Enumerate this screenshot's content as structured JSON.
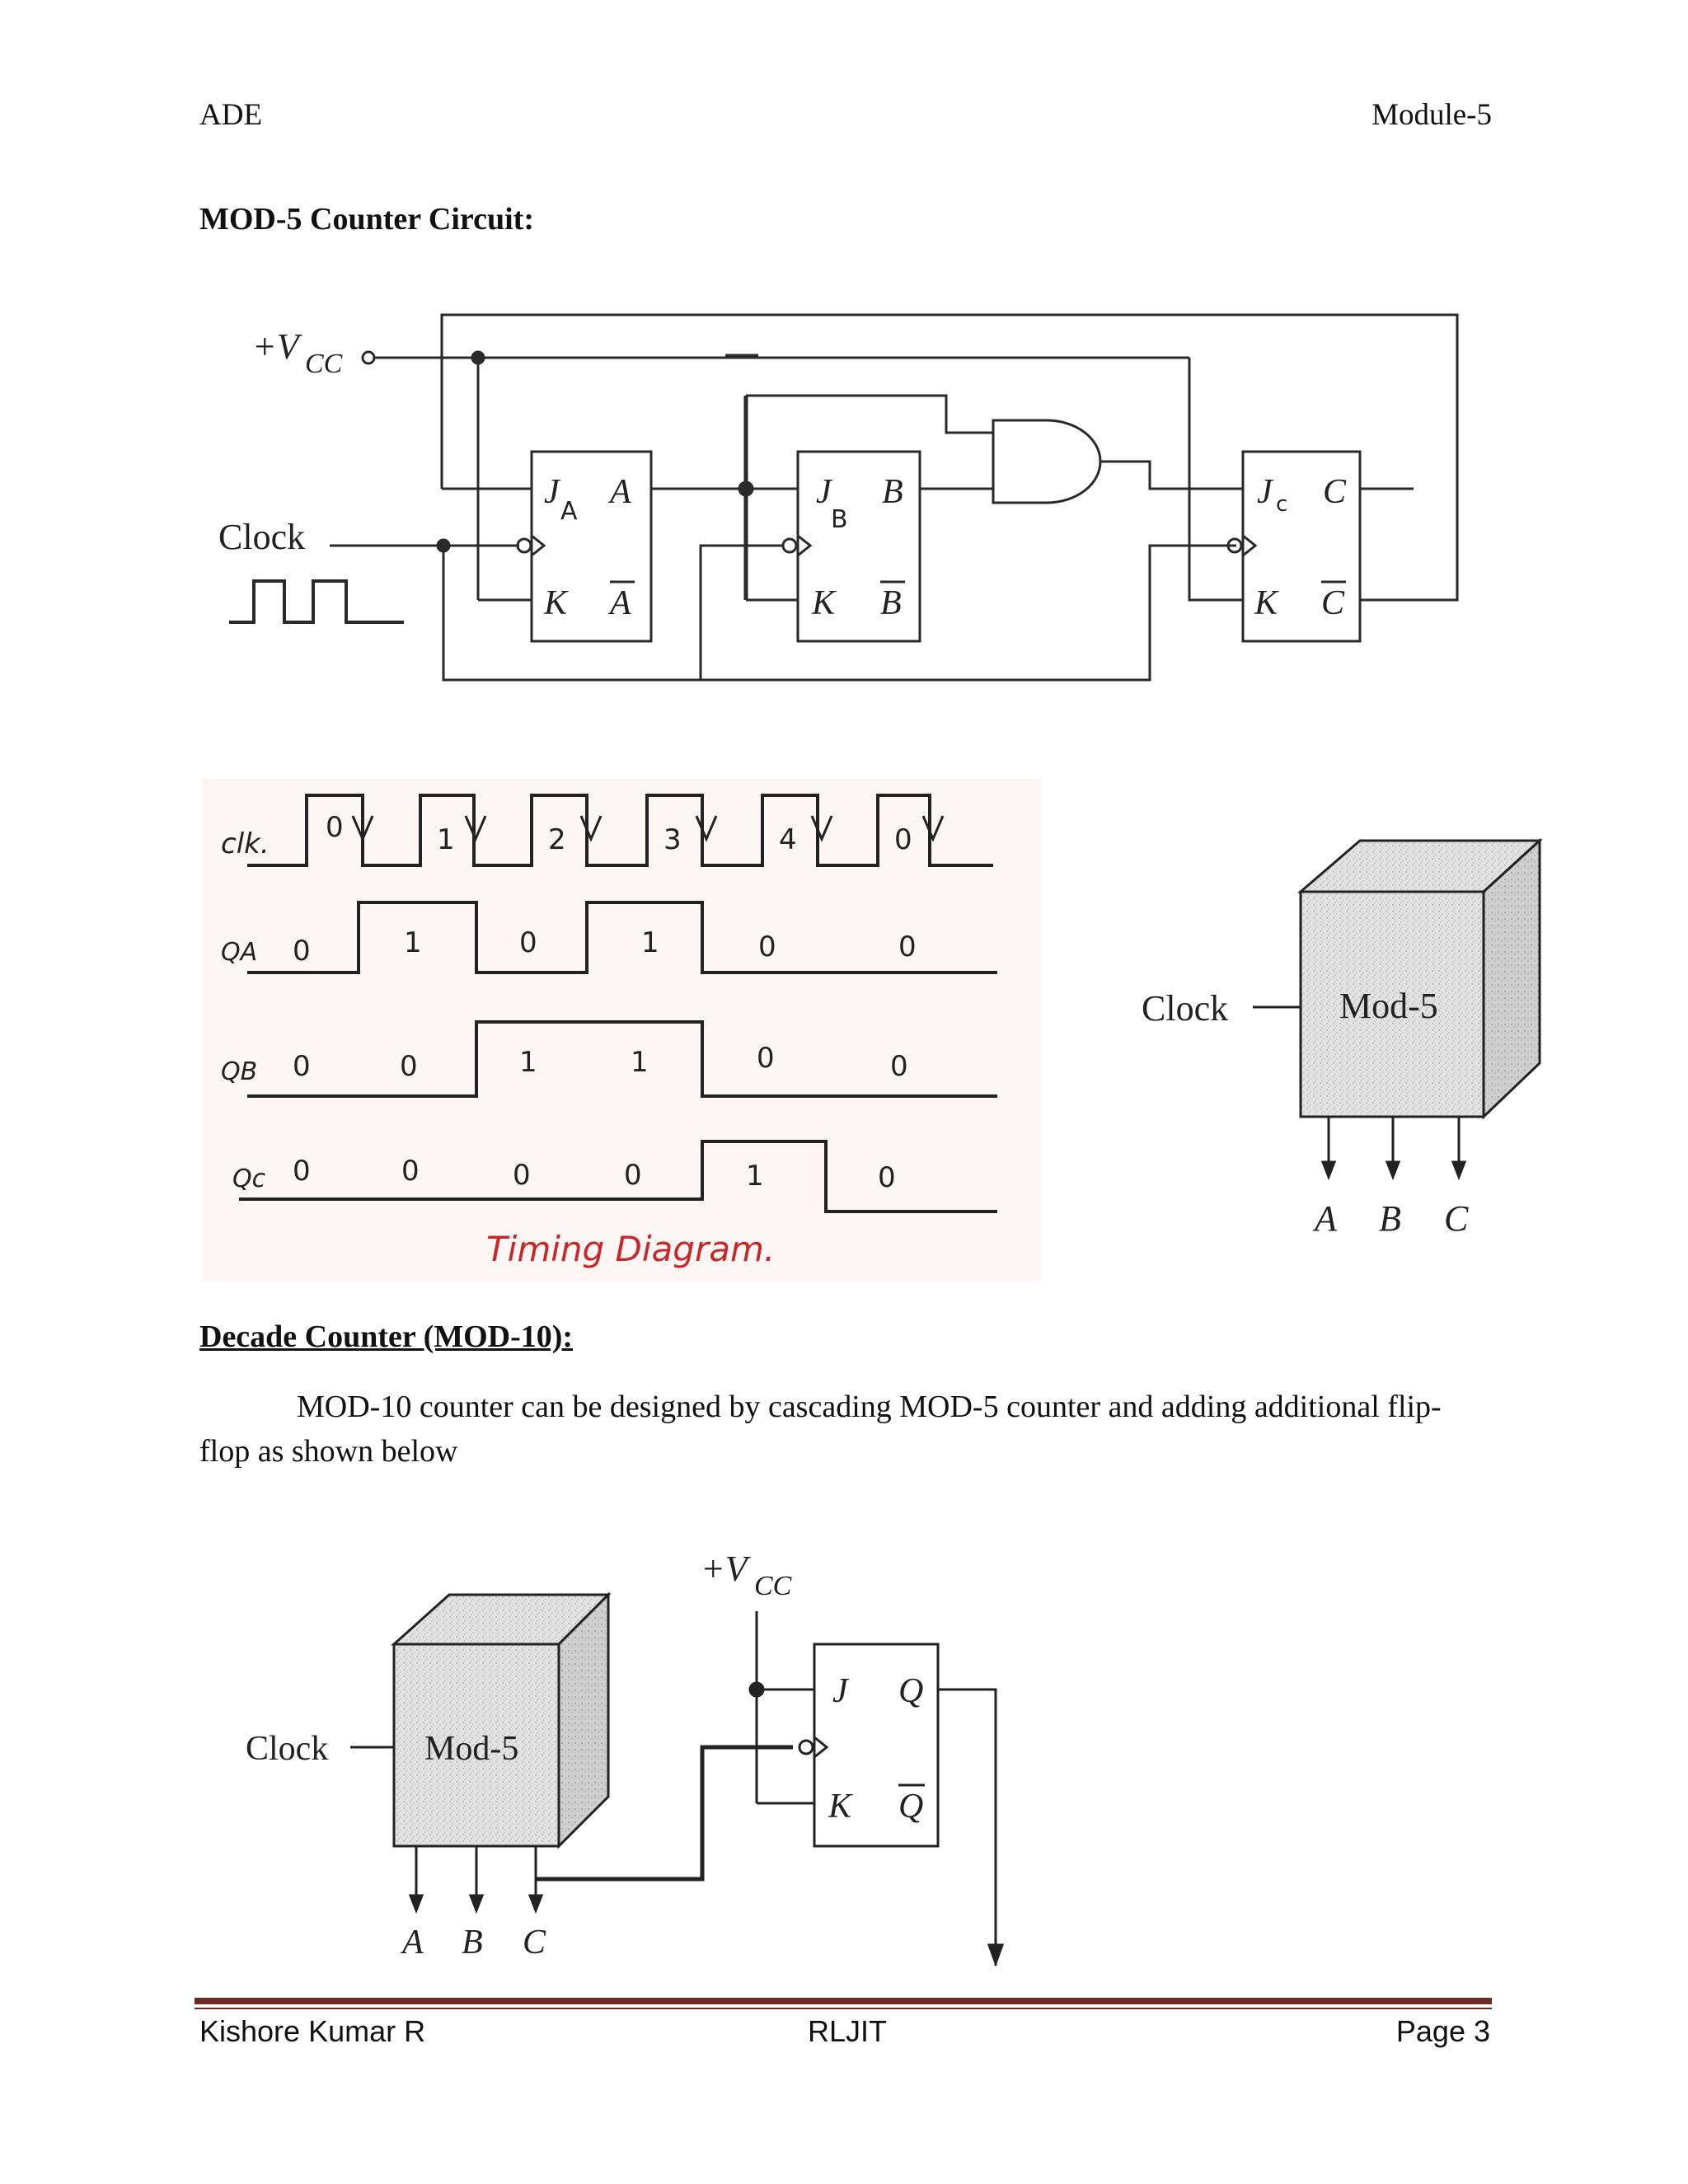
{
  "header": {
    "left": "ADE",
    "right": "Module-5"
  },
  "section1": {
    "title": "MOD-5 Counter Circuit:"
  },
  "circuit1": {
    "vcc": "+V",
    "vcc_sub": "CC",
    "clock": "Clock",
    "ff_a": {
      "j": "J",
      "j_sub": "A",
      "k": "K",
      "q": "A",
      "qbar": "A"
    },
    "ff_b": {
      "j": "J",
      "j_sub": "B",
      "k": "K",
      "q": "B",
      "qbar": "B"
    },
    "ff_c": {
      "j": "J",
      "j_sub": "c",
      "k": "K",
      "q": "C",
      "qbar": "C"
    }
  },
  "timing": {
    "clk_label": "clk.",
    "clk_counts": [
      "0",
      "1",
      "2",
      "3",
      "4",
      "0"
    ],
    "qa_label": "QA",
    "qa_values": [
      "0",
      "1",
      "0",
      "1",
      "0",
      "0"
    ],
    "qb_label": "QB",
    "qb_values": [
      "0",
      "0",
      "1",
      "1",
      "0",
      "0"
    ],
    "qc_label": "Qc",
    "qc_values": [
      "0",
      "0",
      "0",
      "0",
      "1",
      "0"
    ],
    "caption": "Timing Diagram."
  },
  "block1": {
    "clock": "Clock",
    "name": "Mod-5",
    "outputs": [
      "A",
      "B",
      "C"
    ]
  },
  "section2": {
    "title": "Decade Counter (MOD-10):",
    "paragraph": "MOD-10 counter can be designed by cascading MOD-5 counter and adding additional flip-flop as shown below"
  },
  "circuit2": {
    "clock": "Clock",
    "name": "Mod-5",
    "outputs": [
      "A",
      "B",
      "C"
    ],
    "vcc": "+V",
    "vcc_sub": "CC",
    "ff": {
      "j": "J",
      "k": "K",
      "q": "Q",
      "qbar": "Q"
    }
  },
  "footer": {
    "left": "Kishore Kumar R",
    "middle": "RLJIT",
    "right": "Page 3"
  }
}
